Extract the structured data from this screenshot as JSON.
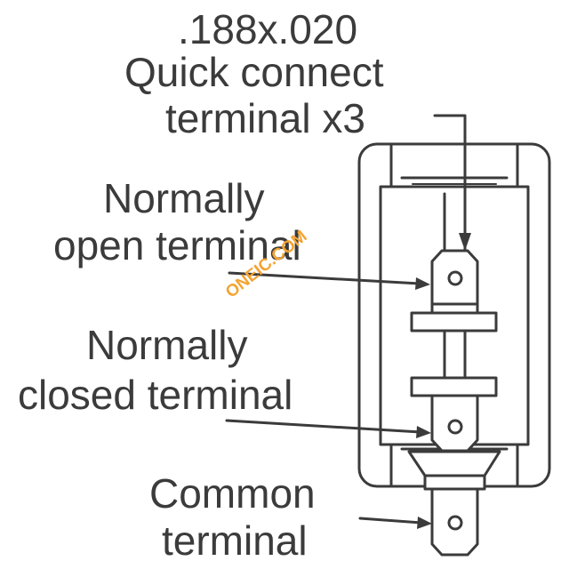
{
  "labels": {
    "spec_line1": ".188x.020",
    "spec_line2": "Quick  connect",
    "spec_line3": "terminal x3",
    "no_line1": "Normally",
    "no_line2": "open terminal",
    "nc_line1": "Normally",
    "nc_line2": "closed terminal",
    "com_line1": "Common",
    "com_line2": "terminal"
  },
  "watermark": "ONEIC.COM",
  "colors": {
    "line": "#3b3b3b",
    "watermark": "#f4a332"
  }
}
